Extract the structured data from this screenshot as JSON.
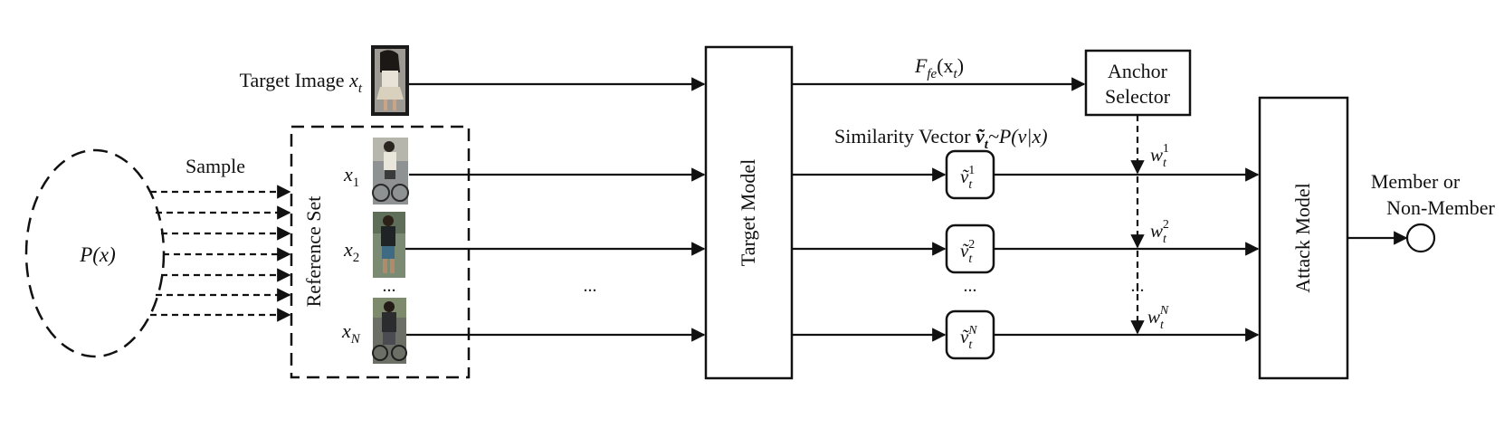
{
  "distribution": {
    "label": "P(x)"
  },
  "sample_label": "Sample",
  "reference_set": {
    "title": "Reference Set",
    "items": [
      {
        "label": "x",
        "sub": "1"
      },
      {
        "label": "x",
        "sub": "2"
      },
      {
        "label": "x",
        "sub": "N"
      }
    ],
    "ellipsis": "..."
  },
  "target_image": {
    "label_text": "Target Image ",
    "var": "x",
    "sub": "t"
  },
  "middle_ellipsis": "...",
  "target_model": {
    "label": "Target Model"
  },
  "feature": {
    "label": "F",
    "sub": "fe",
    "arg": "(x",
    "arg_sub": "t",
    "close": ")"
  },
  "anchor_selector": {
    "line1": "Anchor",
    "line2": "Selector"
  },
  "similarity_vector": {
    "text": "Similarity Vector ",
    "vec": "ṽ",
    "vec_sub": "t",
    "rest": "~P(v|x)"
  },
  "vectors": [
    {
      "base": "ṽ",
      "sub": "t",
      "sup": "1"
    },
    {
      "base": "ṽ",
      "sub": "t",
      "sup": "2"
    },
    {
      "base": "ṽ",
      "sub": "t",
      "sup": "N"
    }
  ],
  "vector_ellipsis": "...",
  "weights": [
    {
      "base": "w",
      "sub": "t",
      "sup": "1"
    },
    {
      "base": "w",
      "sub": "t",
      "sup": "2"
    },
    {
      "base": "w",
      "sub": "t",
      "sup": "N"
    }
  ],
  "weight_ellipsis": "...",
  "attack_model": {
    "label": "Attack Model"
  },
  "output": {
    "line1": "Member or",
    "line2": "Non-Member"
  }
}
